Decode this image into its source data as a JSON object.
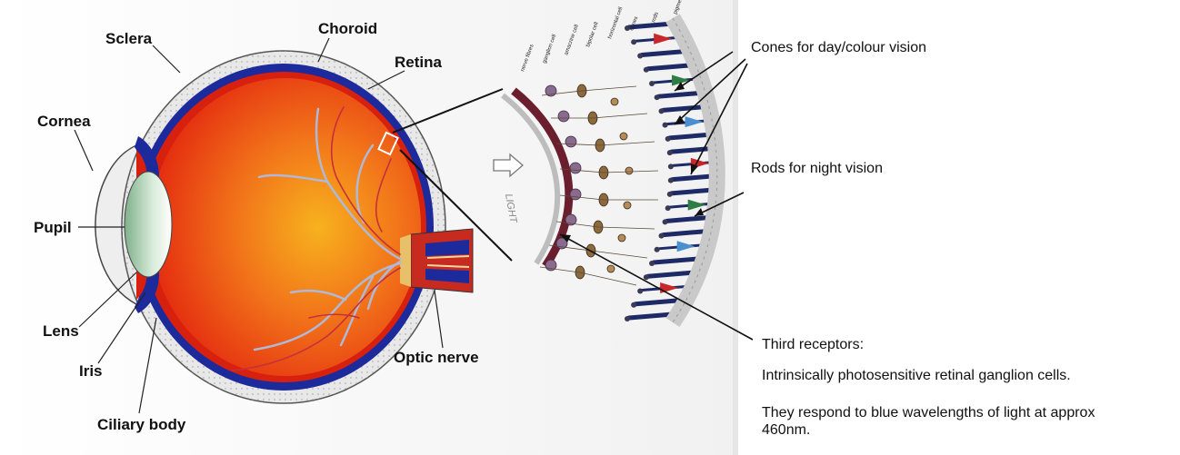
{
  "eye_labels": {
    "sclera": "Sclera",
    "choroid": "Choroid",
    "retina": "Retina",
    "cornea": "Cornea",
    "pupil": "Pupil",
    "lens": "Lens",
    "iris": "Iris",
    "ciliary_body": "Ciliary body",
    "optic_nerve": "Optic nerve"
  },
  "retina_detail": {
    "light_label": "LIGHT",
    "cell_labels": [
      "pigment epithelium",
      "rods",
      "cones",
      "horizontal cell",
      "bipolar cell",
      "amacrine cell",
      "ganglion cell",
      "nerve fibres"
    ]
  },
  "annotations": {
    "cones": "Cones for day/colour vision",
    "rods": "Rods for night vision",
    "third_receptors_title": "Third receptors:",
    "third_receptors_desc": "Intrinsically photosensitive retinal ganglion cells.",
    "blue_line1": "They respond to blue wavelengths of light  at approx",
    "blue_line2": "460nm."
  },
  "colors": {
    "sclera_fill": "#e9e9e9",
    "choroid": "#1d2a9c",
    "retina_outer": "#d8200e",
    "retina_inner": "#f4a21a",
    "lens": "#cfe6d2",
    "vessel": "#b0b8d6",
    "cone_red": "#c8282a",
    "cone_green": "#2e7d45",
    "cone_blue": "#4a8fd0",
    "rod": "#1e2a66"
  }
}
